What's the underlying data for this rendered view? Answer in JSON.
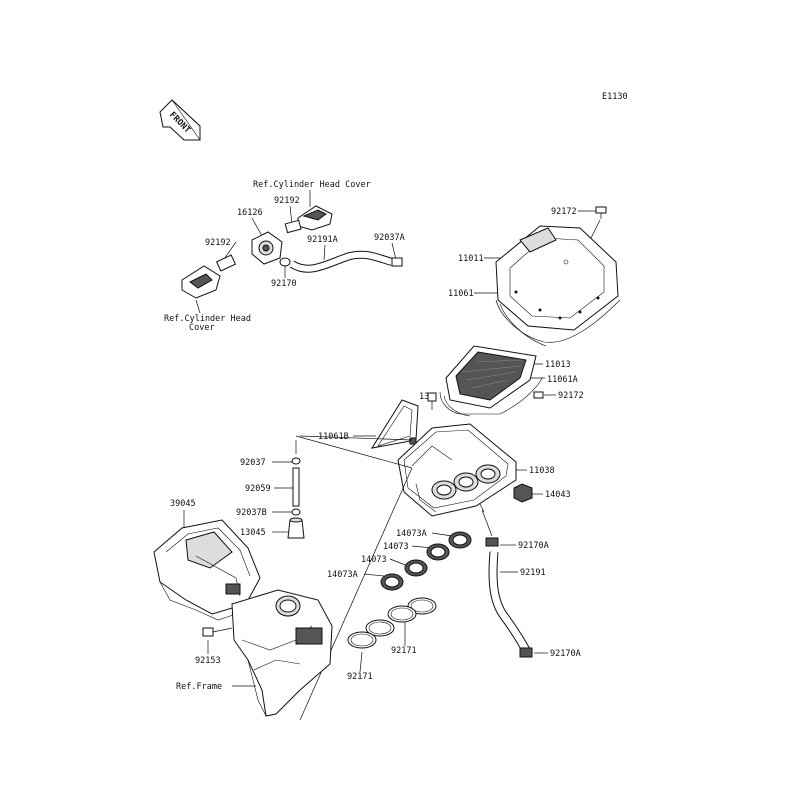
{
  "diagram_code": "E1130",
  "front_arrow": {
    "text": "FRONT"
  },
  "refs": {
    "cyl_head_cover_top": "Ref.Cylinder Head Cover",
    "cyl_head_cover_left_l1": "Ref.Cylinder Head",
    "cyl_head_cover_left_l2": "Cover",
    "frame": "Ref.Frame"
  },
  "callouts": {
    "p92192_top": "92192",
    "p16126": "16126",
    "p92192_left": "92192",
    "p92191A": "92191A",
    "p92037A": "92037A",
    "p92170": "92170",
    "p92172_top": "92172",
    "p11011": "11011",
    "p11061": "11061",
    "p11013": "11013",
    "p11061A": "11061A",
    "p130": "130",
    "p92172_mid": "92172",
    "p11061B": "11061B",
    "p11038": "11038",
    "p14043": "14043",
    "p92037": "92037",
    "p92059": "92059",
    "p92037B": "92037B",
    "p13045": "13045",
    "p39045": "39045",
    "p14073A_top": "14073A",
    "p14073_a": "14073",
    "p14073_b": "14073",
    "p14073A_bot": "14073A",
    "p92170A_top": "92170A",
    "p92191": "92191",
    "p92171_right": "92171",
    "p92171_left": "92171",
    "p92153": "92153",
    "p92170A_bot": "92170A"
  }
}
